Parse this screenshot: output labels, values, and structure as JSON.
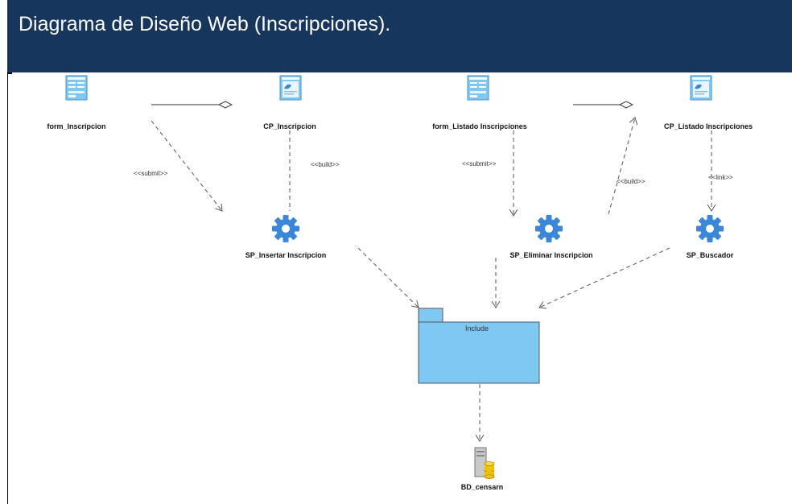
{
  "header": {
    "title": "Diagrama de Diseño Web (Inscripciones)."
  },
  "colors": {
    "header_bg": "#17365d",
    "header_text": "#ffffff",
    "node_fill": "#7ec8f3",
    "gear": "#3a86d9"
  },
  "nodes": {
    "form_inscripcion": {
      "label": "form_Inscripcion",
      "icon": "web-form-icon"
    },
    "cp_inscripcion": {
      "label": "CP_Inscripcion",
      "icon": "client-page-icon"
    },
    "form_listado": {
      "label": "form_Listado Inscripciones",
      "icon": "web-form-icon"
    },
    "cp_listado": {
      "label": "CP_Listado Inscripciones",
      "icon": "client-page-icon"
    },
    "sp_insertar": {
      "label": "SP_Insertar Inscripcion",
      "icon": "gear-icon"
    },
    "sp_eliminar": {
      "label": "SP_Eliminar Inscripcion",
      "icon": "gear-icon"
    },
    "sp_buscador": {
      "label": "SP_Buscador",
      "icon": "gear-icon"
    },
    "include": {
      "label": "Include",
      "icon": "package-icon"
    },
    "bd": {
      "label": "BD_censarn",
      "icon": "database-icon"
    }
  },
  "stereotypes": {
    "submit_1": "<<submit>>",
    "build_1": "<<build>>",
    "submit_2": "<<submit>>",
    "build_2": "<<build>>",
    "link_1": "<<link>>"
  }
}
